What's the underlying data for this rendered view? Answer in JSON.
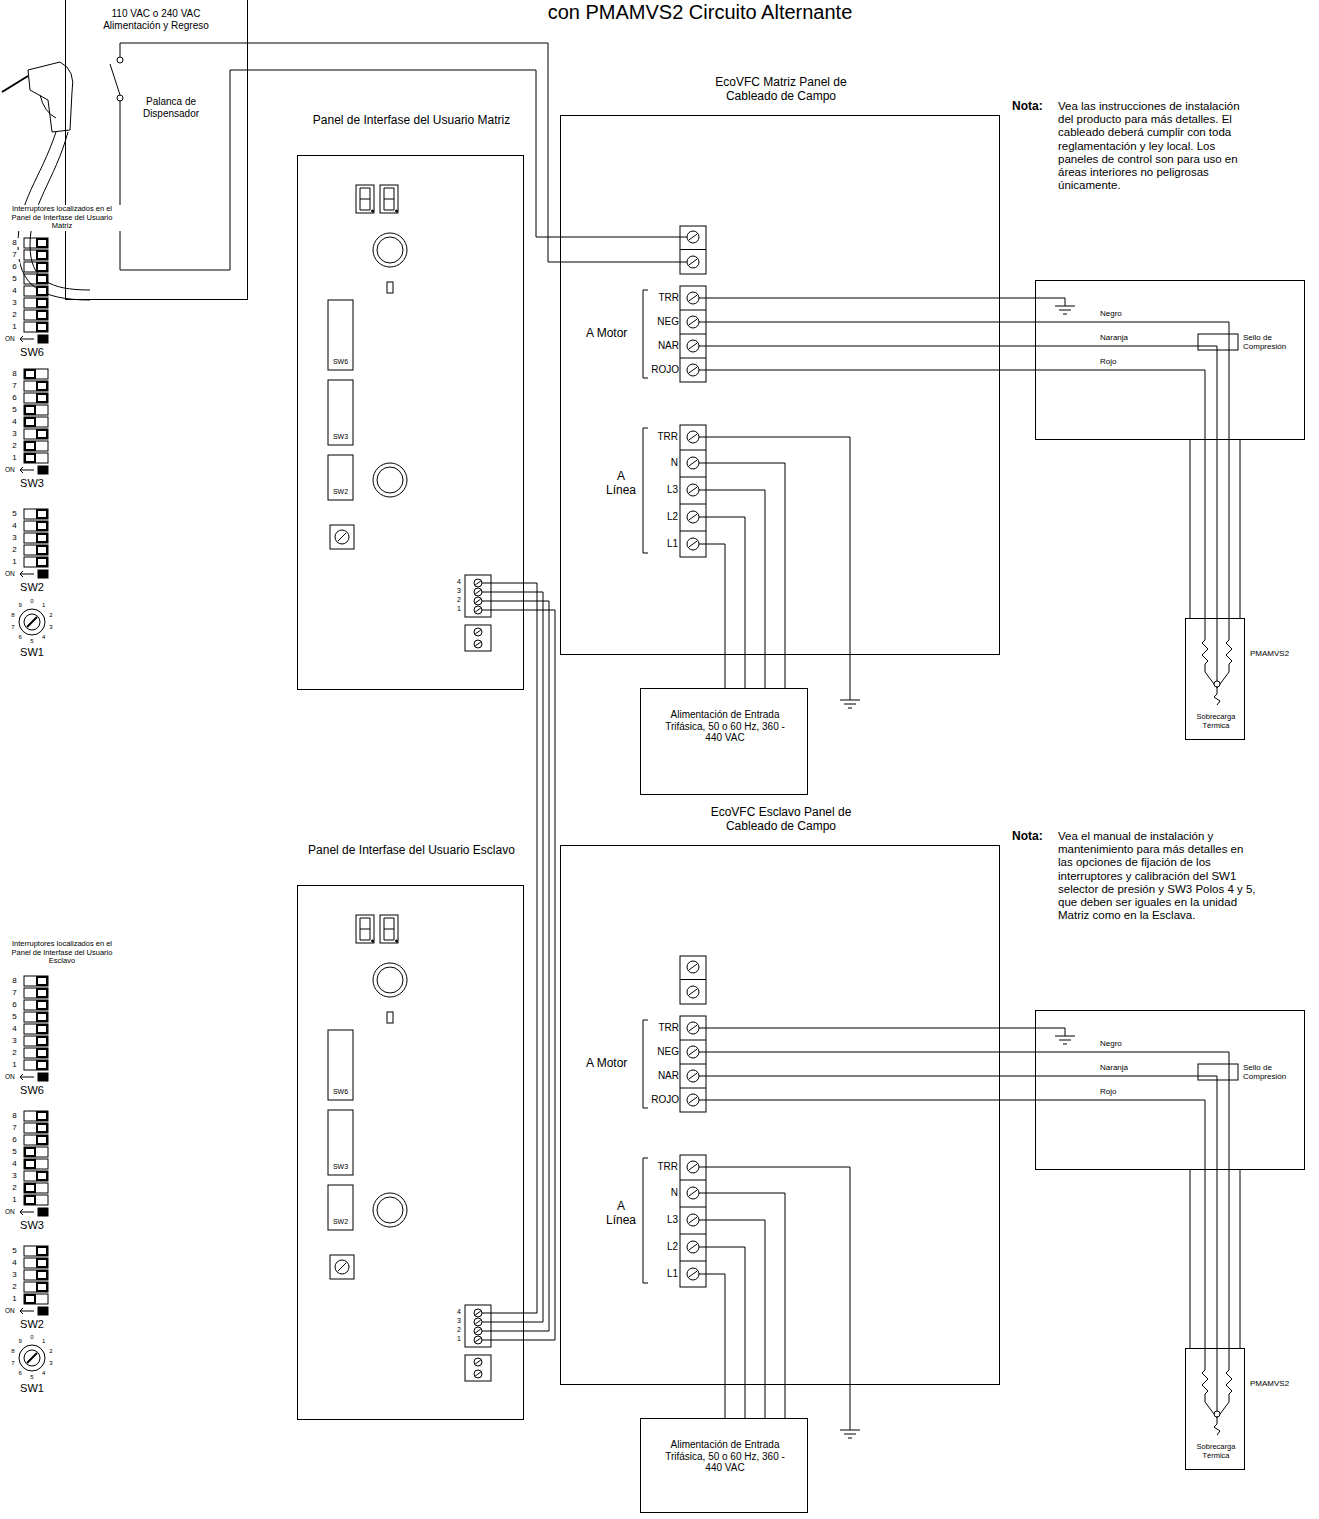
{
  "diagram": {
    "title": "con PMAMVS2 Circuito Alternante",
    "nodes": [
      {
        "text": [
          "110 VAC o 240 VAC Alimentación y Regreso",
          "Palanca de Dispensador"
        ]
      },
      {
        "text": [
          "Panel de Interfase del Usuario Matriz"
        ]
      },
      {
        "text": [
          "EcoVFC Matriz Panel de Cableado de Campo"
        ]
      },
      {
        "text": [
          "Alimentación de Entrada Trifásica, 50 o 60 Hz, 360 - 440 VAC"
        ]
      },
      {
        "text": [
          "Sello de Compresión"
        ]
      },
      {
        "text": [
          "Sobrecarga Térmica",
          "PMAMVS2"
        ]
      },
      {
        "text": [
          "Panel de Interfase del Usuario Esclavo"
        ]
      },
      {
        "text": [
          "EcoVFC Esclavo Panel de Cableado de Campo"
        ]
      },
      {
        "text": [
          "Alimentación de Entrada Trifásica, 50 o 60 Hz, 360 - 440 VAC"
        ]
      },
      {
        "text": [
          "Sello de Compresión"
        ]
      },
      {
        "text": [
          "Sobrecarga Térmica",
          "PMAMVS2"
        ]
      }
    ],
    "edges": [
      {
        "from": 0,
        "to": 2,
        "arrow": "none"
      },
      {
        "from": 0,
        "to": 2,
        "arrow": "none"
      },
      {
        "from": 1,
        "to": 6,
        "arrow": "none"
      },
      {
        "from": 1,
        "to": 6,
        "arrow": "none"
      },
      {
        "from": 1,
        "to": 6,
        "arrow": "none"
      },
      {
        "from": 1,
        "to": 6,
        "arrow": "none"
      },
      {
        "from": 3,
        "to": 2,
        "arrow": "none"
      },
      {
        "from": 3,
        "to": 2,
        "arrow": "none"
      },
      {
        "from": 3,
        "to": 2,
        "arrow": "none"
      },
      {
        "from": 3,
        "to": 2,
        "arrow": "none"
      },
      {
        "from": 2,
        "to": 4,
        "arrow": "none"
      },
      {
        "from": 2,
        "to": 4,
        "arrow": "none"
      },
      {
        "from": 2,
        "to": 4,
        "arrow": "none"
      },
      {
        "from": 2,
        "to": 4,
        "arrow": "none"
      },
      {
        "from": 4,
        "to": 5,
        "arrow": "none"
      },
      {
        "from": 4,
        "to": 5,
        "arrow": "none"
      },
      {
        "from": 4,
        "to": 5,
        "arrow": "none"
      },
      {
        "from": 8,
        "to": 7,
        "arrow": "none"
      },
      {
        "from": 8,
        "to": 7,
        "arrow": "none"
      },
      {
        "from": 8,
        "to": 7,
        "arrow": "none"
      },
      {
        "from": 8,
        "to": 7,
        "arrow": "none"
      },
      {
        "from": 7,
        "to": 9,
        "arrow": "none"
      },
      {
        "from": 7,
        "to": 9,
        "arrow": "none"
      },
      {
        "from": 7,
        "to": 9,
        "arrow": "none"
      },
      {
        "from": 7,
        "to": 9,
        "arrow": "none"
      },
      {
        "from": 9,
        "to": 10,
        "arrow": "none"
      },
      {
        "from": 9,
        "to": 10,
        "arrow": "none"
      },
      {
        "from": 9,
        "to": 10,
        "arrow": "none"
      }
    ],
    "labels": [
      "Interruptores localizados en el Panel de Interfase del Usuario Matriz",
      "8",
      "7",
      "6",
      "5",
      "4",
      "3",
      "2",
      "1",
      "ON",
      "SW6",
      "8",
      "7",
      "6",
      "5",
      "4",
      "3",
      "2",
      "1",
      "ON",
      "SW3",
      "5",
      "4",
      "3",
      "2",
      "1",
      "ON",
      "SW2",
      "0",
      "1",
      "2",
      "3",
      "4",
      "5",
      "6",
      "7",
      "8",
      "9",
      "SW1",
      "SW6",
      "SW3",
      "SW2",
      "4",
      "3",
      "2",
      "1",
      "A Motor",
      "TRR",
      "NEG",
      "NAR",
      "ROJO",
      "A Línea",
      "TRR",
      "N",
      "L3",
      "L2",
      "L1",
      "Negro",
      "Naranja",
      "Rojo",
      "Nota:",
      "Vea las instrucciones de instalación del producto para más detalles. El cableado deberá cumplir con toda reglamentación y ley local. Los paneles de control son para uso en áreas interiores no peligrosas únicamente.",
      "Interruptores localizados en el Panel de Interfase del Usuario Esclavo",
      "8",
      "7",
      "6",
      "5",
      "4",
      "3",
      "2",
      "1",
      "ON",
      "SW6",
      "8",
      "7",
      "6",
      "5",
      "4",
      "3",
      "2",
      "1",
      "ON",
      "SW3",
      "5",
      "4",
      "3",
      "2",
      "1",
      "ON",
      "SW2",
      "0",
      "1",
      "2",
      "3",
      "4",
      "5",
      "6",
      "7",
      "8",
      "9",
      "SW1",
      "SW6",
      "SW3",
      "SW2",
      "4",
      "3",
      "2",
      "1",
      "A Motor",
      "TRR",
      "NEG",
      "NAR",
      "ROJO",
      "A Línea",
      "TRR",
      "N",
      "L3",
      "L2",
      "L1",
      "Negro",
      "Naranja",
      "Rojo",
      "Nota:",
      "Vea el manual de instalación y mantenimiento para más detalles en las opciones de fijación de los interruptores y calibración del SW1 selector de presión y SW3 Polos 4 y 5, que deben ser iguales en la unidad Matriz como en la Esclava."
    ]
  }
}
